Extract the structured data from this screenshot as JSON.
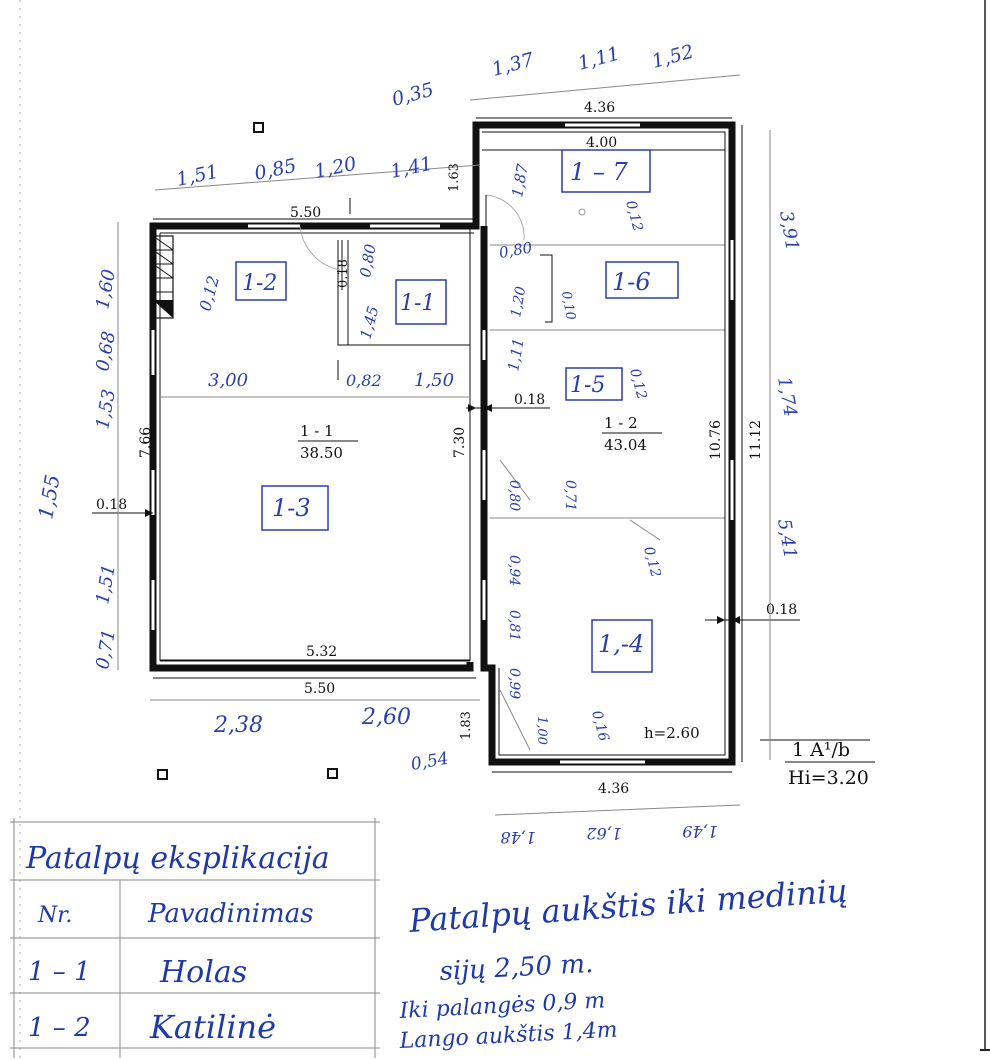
{
  "printed": {
    "a_top_left_room": "5.50",
    "a_width_bottom_inner": "5.32",
    "a_width_bottom_outer": "5.50",
    "a_left_thickness": "0.18",
    "a_height_left": "7.66",
    "a_height_right": "7.30",
    "a_mid_thickness": "0.18",
    "a_inner_small": "0.18",
    "a_room_label_number": "1 - 1",
    "a_room_label_area": "38.50",
    "b_top_outer": "4.36",
    "b_top_inner": "4.00",
    "b_bottom_outer": "4.36",
    "b_height_inner": "10.76",
    "b_height_outer": "11.12",
    "b_right_thickness": "0.18",
    "b_room_label_number": "1 - 2",
    "b_room_label_area": "43.04",
    "b_top_left_short": "1.63",
    "b_bottom_left_short": "1.83",
    "b_height_note": "h=2.60",
    "legend_code": "1 A¹/b",
    "legend_hi": "Hi=3.20"
  },
  "handwritten": {
    "top_b": [
      "1,37",
      "1,11",
      "1,52"
    ],
    "top_b_left": "0,35",
    "top_a": [
      "1,51",
      "0,85",
      "1,20",
      "1,41"
    ],
    "left_a": [
      "1,60",
      "0,68",
      "1,53",
      "1,51",
      "0,71"
    ],
    "left_a_extra": "1,55",
    "bottom_a": [
      "2,38",
      "2,60"
    ],
    "bottom_b_left": "0,54",
    "bottom_b": [
      "1,48",
      "1,62",
      "1,49"
    ],
    "right_b": [
      "3,91",
      "1,74",
      "5,41"
    ],
    "inner_a": [
      "0,12",
      "0,80",
      "1,45",
      "3,00",
      "0,82",
      "1,50"
    ],
    "inner_b": [
      "1,87",
      "0,12",
      "0,80",
      "1,20",
      "0,10",
      "1,11",
      "0,12",
      "0,80",
      "0,71",
      "0,94",
      "0,81",
      "0,12",
      "0,99",
      "1,00",
      "0,16"
    ],
    "boxed_labels": [
      "1-2",
      "1-1",
      "1-3",
      "1 – 7",
      "1-6",
      "1-5",
      "1,-4"
    ]
  },
  "table": {
    "title": "Patalpų eksplikacija",
    "headers": [
      "Nr.",
      "Pavadinimas"
    ],
    "rows": [
      {
        "nr": "1 – 1",
        "name": "Holas"
      },
      {
        "nr": "1 – 2",
        "name": "Katilinė"
      }
    ]
  },
  "notes": [
    "Patalpų aukštis iki medinių",
    "sijų 2,50 m.",
    "Iki palangės 0,9 m",
    "Lango aukštis 1,4m"
  ],
  "colors": {
    "ink": "#111111",
    "pen": "#2a3fa8"
  }
}
